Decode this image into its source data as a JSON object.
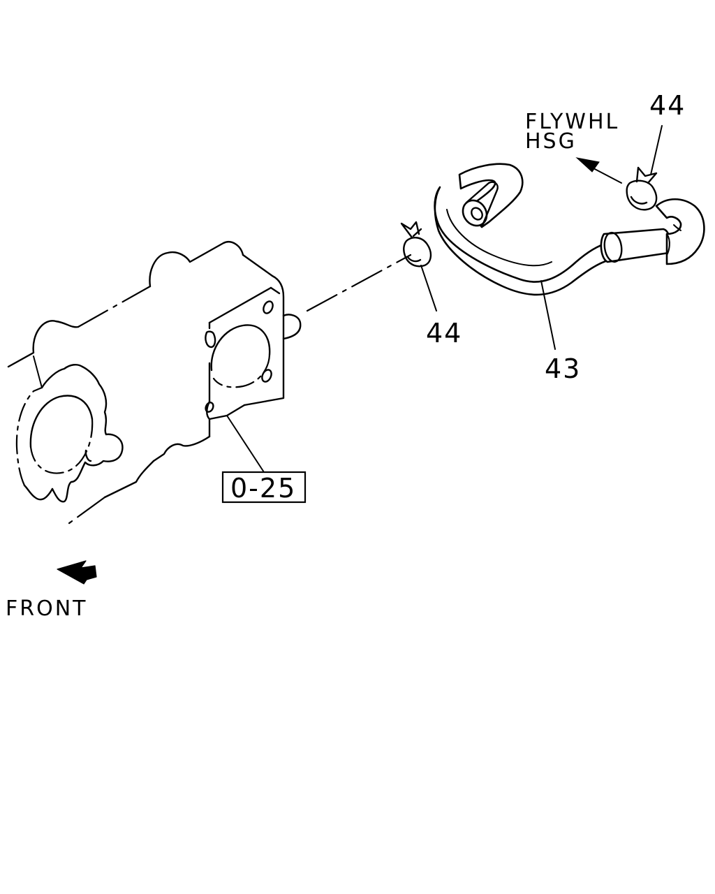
{
  "diagram": {
    "callouts": {
      "clamp_top": "44",
      "clamp_mid": "44",
      "hose": "43",
      "reference_box": "0-25"
    },
    "annotations": {
      "flywheel_line1": "FLYWHL",
      "flywheel_line2": "HSG",
      "front": "FRONT"
    }
  }
}
